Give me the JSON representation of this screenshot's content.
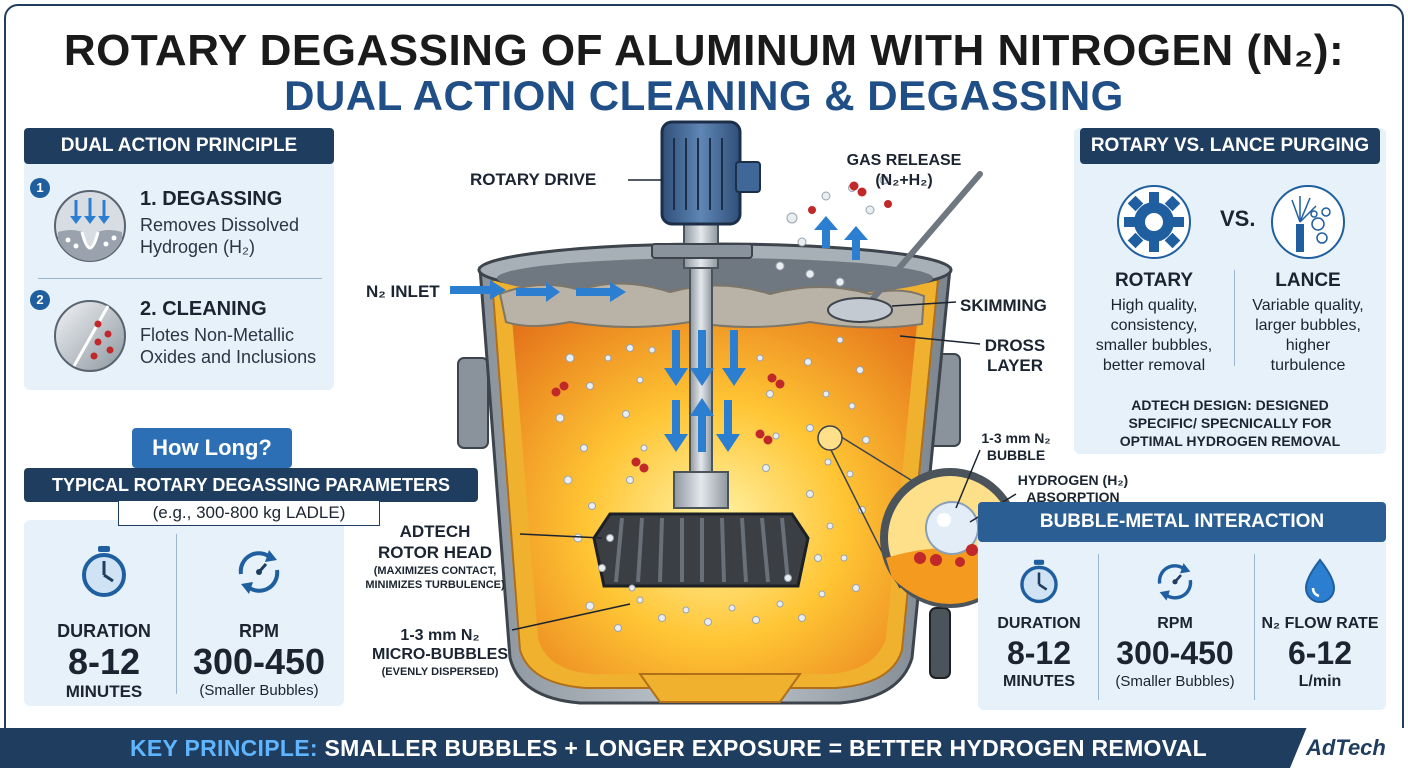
{
  "title": {
    "line1": "ROTARY DEGASSING OF ALUMINUM WITH NITROGEN (N₂):",
    "line2": "DUAL ACTION CLEANING & DEGASSING"
  },
  "dual_action": {
    "heading": "DUAL ACTION PRINCIPLE",
    "steps": [
      {
        "num": "1",
        "title": "1. DEGASSING",
        "line1": "Removes Dissolved",
        "line2": "Hydrogen (H₂)"
      },
      {
        "num": "2",
        "title": "2. CLEANING",
        "line1": "Flotes Non-Metallic",
        "line2": "Oxides and Inclusions"
      }
    ]
  },
  "how_long": "How Long?",
  "params": {
    "heading": "TYPICAL ROTARY DEGASSING PARAMETERS",
    "subheading": "(e.g., 300-800 kg LADLE)",
    "duration": {
      "label": "DURATION",
      "value": "8-12",
      "unit": "MINUTES"
    },
    "rpm": {
      "label": "RPM",
      "value": "300-450",
      "unit": "(Smaller Bubbles)"
    }
  },
  "diagram_labels": {
    "rotary_drive": "ROTARY DRIVE",
    "gas_release_1": "GAS RELEASE",
    "gas_release_2": "(N₂+H₂)",
    "n2_inlet": "N₂ INLET",
    "skimming": "SKIMMING",
    "dross_1": "DROSS",
    "dross_2": "LAYER",
    "rotor_1": "ADTECH",
    "rotor_2": "ROTOR HEAD",
    "rotor_3": "(MAXIMIZES CONTACT,",
    "rotor_4": "MINIMIZES TURBULENCE)",
    "micro_1": "1-3 mm N₂",
    "micro_2": "MICRO-BUBBLES",
    "micro_3": "(EVENLY DISPERSED)",
    "bubble_1": "1-3 mm N₂",
    "bubble_2": "BUBBLE",
    "hydro_1": "HYDROGEN (H₂)",
    "hydro_2": "ABSORPTION"
  },
  "rotary_vs_lance": {
    "heading": "ROTARY VS. LANCE PURGING",
    "vs": "VS.",
    "rotary": {
      "title": "ROTARY",
      "l1": "High quality,",
      "l2": "consistency,",
      "l3": "smaller bubbles,",
      "l4": "better removal"
    },
    "lance": {
      "title": "LANCE",
      "l1": "Variable quality,",
      "l2": "larger bubbles,",
      "l3": "higher",
      "l4": "turbulence"
    },
    "note1": "ADTECH DESIGN: DESIGNED",
    "note2": "SPECIFIC/ SPECNICALLY FOR",
    "note3": "OPTIMAL HYDROGEN REMOVAL"
  },
  "bubble_metal": {
    "heading": "BUBBLE-METAL INTERACTION",
    "duration": {
      "label": "DURATION",
      "value": "8-12",
      "unit": "MINUTES"
    },
    "rpm": {
      "label": "RPM",
      "value": "300-450",
      "unit": "(Smaller Bubbles)"
    },
    "flow": {
      "label": "N₂ FLOW RATE",
      "value": "6-12",
      "unit": "L/min"
    }
  },
  "bottom": {
    "key": "KEY PRINCIPLE:",
    "text": " SMALLER BUBBLES + LONGER EXPOSURE = BETTER HYDROGEN REMOVAL",
    "logo": "AdTech"
  },
  "colors": {
    "navy": "#1f3d5f",
    "blue": "#1f4f86",
    "accent": "#5fb6ff",
    "molten": "#f7a21b",
    "panel": "#e6f1fa"
  }
}
